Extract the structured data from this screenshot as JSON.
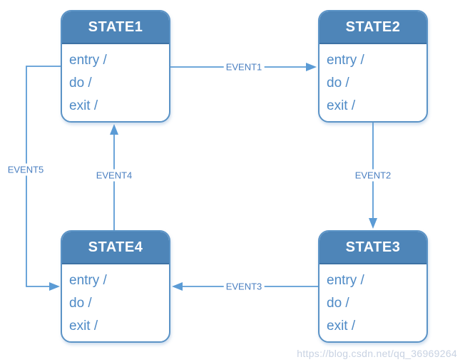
{
  "diagram": {
    "type": "state-machine",
    "states": [
      {
        "name": "STATE1",
        "lines": [
          "entry /",
          "do /",
          "exit /"
        ]
      },
      {
        "name": "STATE2",
        "lines": [
          "entry /",
          "do /",
          "exit /"
        ]
      },
      {
        "name": "STATE3",
        "lines": [
          "entry /",
          "do /",
          "exit /"
        ]
      },
      {
        "name": "STATE4",
        "lines": [
          "entry /",
          "do /",
          "exit /"
        ]
      }
    ],
    "transitions": [
      {
        "label": "EVENT1",
        "from": "STATE1",
        "to": "STATE2"
      },
      {
        "label": "EVENT2",
        "from": "STATE2",
        "to": "STATE3"
      },
      {
        "label": "EVENT3",
        "from": "STATE3",
        "to": "STATE4"
      },
      {
        "label": "EVENT4",
        "from": "STATE4",
        "to": "STATE1"
      },
      {
        "label": "EVENT5",
        "from": "STATE1",
        "to": "STATE4"
      }
    ],
    "colors": {
      "header_fill": "#4e85b8",
      "box_border": "#5b93c6",
      "header_divider": "#3d72a4",
      "arrow": "#5b9bd5",
      "body_text": "#4e8ac6",
      "label_text": "#4a7fc1",
      "title_text": "#ffffff",
      "watermark_text": "#c8d2e2",
      "background": "#ffffff"
    }
  },
  "watermark": {
    "text": "https://blog.csdn.net/qq_36969264"
  }
}
